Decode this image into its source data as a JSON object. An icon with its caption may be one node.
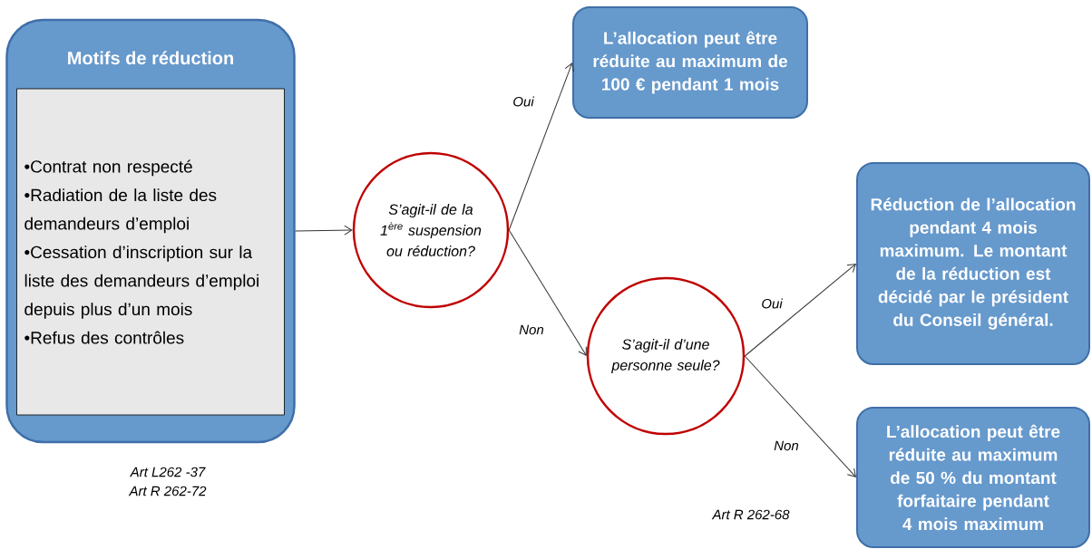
{
  "diagram": {
    "nodes": [
      {
        "text": [
          "Motifs de réduction"
        ]
      },
      {
        "text": [
          "•Contrat non respecté",
          "•Radiation de la liste des demandeurs d’emploi",
          "•Cessation d’inscription sur la liste des demandeurs d’emploi depuis plus d’un mois",
          "•Refus des contrôles"
        ],
        "in": 0
      },
      {
        "text": [
          "S’agit-il de la 1$^{ère}$ suspension ou réduction?"
        ]
      },
      {
        "text": [
          "L’allocation peut être réduite au maximum de 100 € pendant 1 mois"
        ]
      },
      {
        "text": [
          "S’agit-il d’une personne seule?"
        ]
      },
      {
        "text": [
          "Réduction de l’allocation pendant 4 mois maximum. Le montant de la réduction est décidé par le président du Conseil général."
        ]
      },
      {
        "text": [
          "L’allocation peut être réduite au maximum de 50 % du montant forfaitaire pendant 4 mois maximum"
        ]
      }
    ],
    "edges": [
      {
        "from": 0,
        "to": 2,
        "arrow": "to"
      },
      {
        "from": 2,
        "to": 3,
        "arrow": "to",
        "label": "Oui"
      },
      {
        "from": 2,
        "to": 4,
        "arrow": "to",
        "label": "Non"
      },
      {
        "from": 4,
        "to": 5,
        "arrow": "to",
        "label": "Oui"
      },
      {
        "from": 4,
        "to": 6,
        "arrow": "to",
        "label": "Non"
      }
    ],
    "labels": [
      "Art L262 -37",
      "Art R 262-72",
      "Art R 262-68"
    ]
  }
}
